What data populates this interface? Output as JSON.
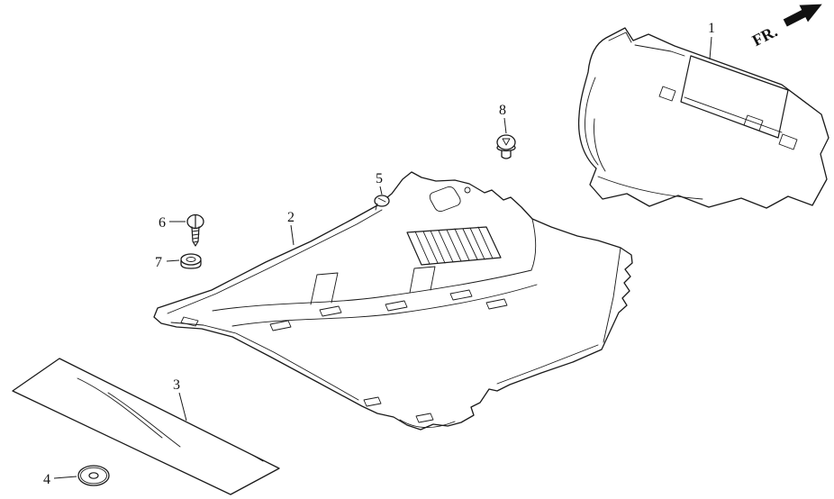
{
  "diagram": {
    "background": "#ffffff",
    "line_color": "#1a1a1a",
    "direction": {
      "label": "FR."
    },
    "part_labels": {
      "p1": "1",
      "p2": "2",
      "p3": "3",
      "p4": "4",
      "p5": "5",
      "p6": "6",
      "p7": "7",
      "p8": "8"
    }
  }
}
